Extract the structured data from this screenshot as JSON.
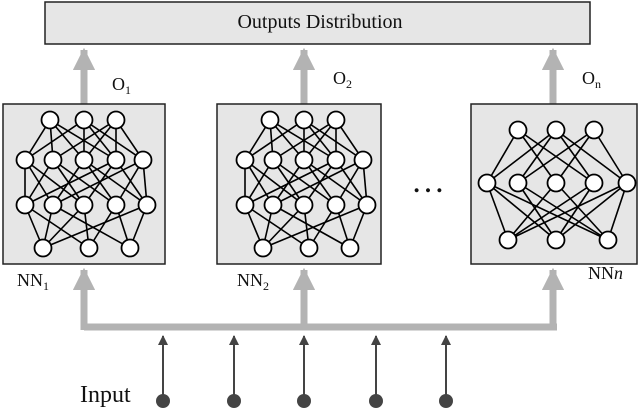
{
  "header": {
    "title": "Outputs Distribution"
  },
  "outputs": [
    {
      "base": "O",
      "sub": "1",
      "sub_italic": false
    },
    {
      "base": "O",
      "sub": "2",
      "sub_italic": false
    },
    {
      "base": "O",
      "sub": "n",
      "sub_italic": false
    }
  ],
  "networks": [
    {
      "base": "NN",
      "sub": "1",
      "sub_italic": false
    },
    {
      "base": "NN",
      "sub": "2",
      "sub_italic": false
    },
    {
      "base": "NN",
      "sub": "n",
      "sub_italic": true
    }
  ],
  "ellipsis": "…",
  "input_label": "Input",
  "colors": {
    "box_fill": "#e6e6e6",
    "box_stroke": "#222222",
    "arrow_gray": "#b3b3b3",
    "input_line": "#444444",
    "node_fill": "#ffffff",
    "edge": "#000000"
  }
}
